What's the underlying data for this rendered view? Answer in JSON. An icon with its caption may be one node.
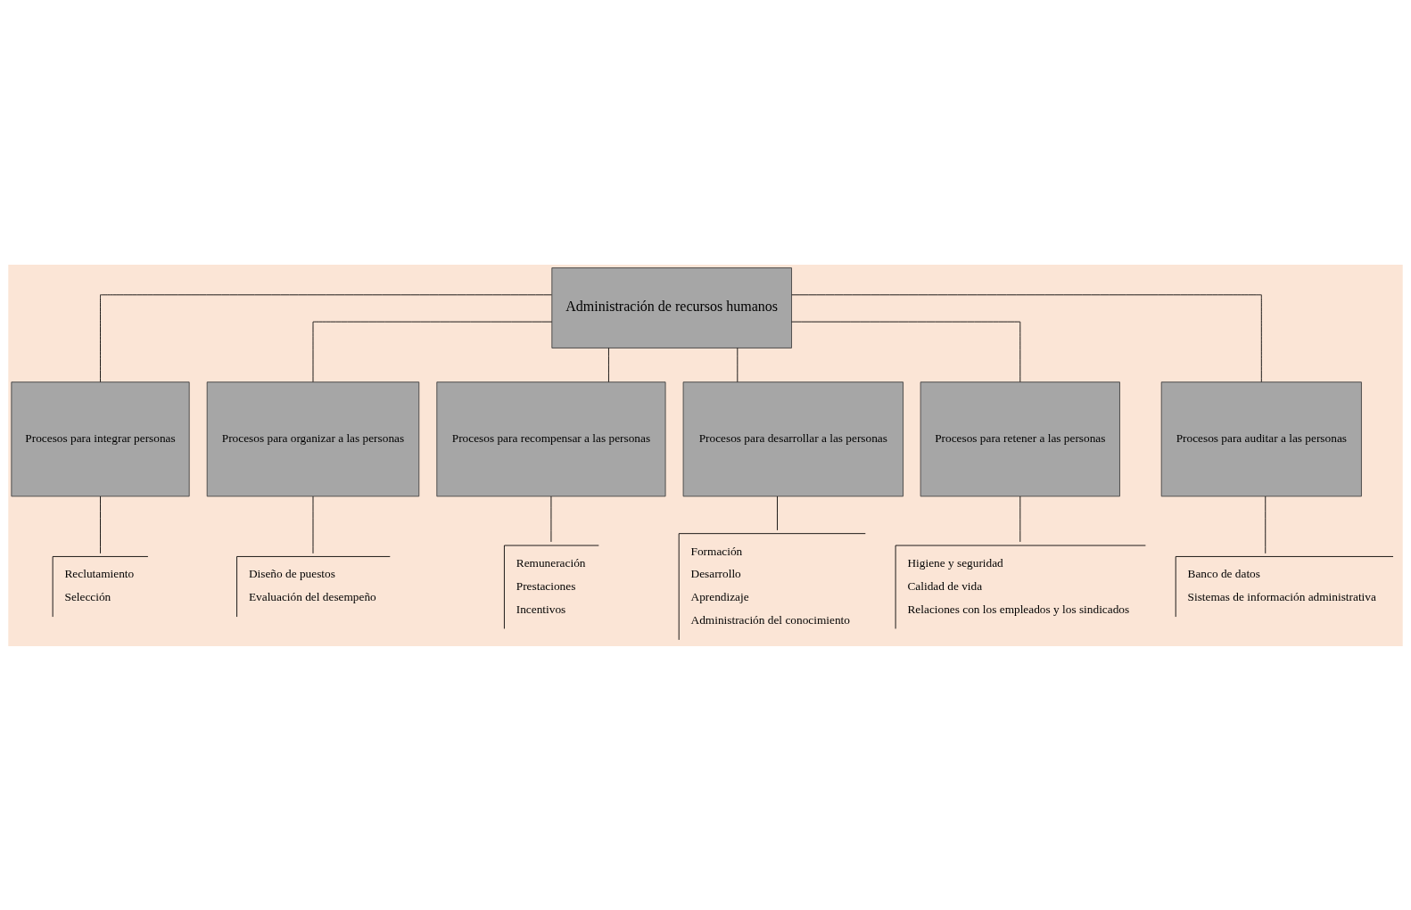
{
  "diagram": {
    "nodes": [
      {
        "text": [
          "Administración de recursos humanos"
        ]
      },
      {
        "text": [
          "Procesos para integrar personas"
        ]
      },
      {
        "text": [
          "Procesos para organizar a las personas"
        ]
      },
      {
        "text": [
          "Procesos para recompensar a las personas"
        ]
      },
      {
        "text": [
          "Procesos para desarrollar a las personas"
        ]
      },
      {
        "text": [
          "Procesos para retener a las personas"
        ]
      },
      {
        "text": [
          "Procesos para auditar a las personas"
        ]
      },
      {
        "text": [
          "Reclutamiento",
          "Selección"
        ]
      },
      {
        "text": [
          "Diseño de puestos",
          "Evaluación del desempeño"
        ]
      },
      {
        "text": [
          "Remuneración",
          "Prestaciones",
          "Incentivos"
        ]
      },
      {
        "text": [
          "Formación",
          "Desarrollo",
          "Aprendizaje",
          "Administración del conocimiento"
        ]
      },
      {
        "text": [
          "Higiene y seguridad",
          "Calidad de vida",
          "Relaciones con los empleados y los sindicados"
        ]
      },
      {
        "text": [
          "Banco de datos",
          "Sistemas de información administrativa"
        ]
      }
    ],
    "edges": [
      {
        "from": 0,
        "to": 1,
        "arrow": "none"
      },
      {
        "from": 0,
        "to": 2,
        "arrow": "none"
      },
      {
        "from": 0,
        "to": 3,
        "arrow": "none"
      },
      {
        "from": 0,
        "to": 4,
        "arrow": "none"
      },
      {
        "from": 0,
        "to": 5,
        "arrow": "none"
      },
      {
        "from": 0,
        "to": 6,
        "arrow": "none"
      },
      {
        "from": 1,
        "to": 7,
        "arrow": "none"
      },
      {
        "from": 2,
        "to": 8,
        "arrow": "none"
      },
      {
        "from": 3,
        "to": 9,
        "arrow": "none"
      },
      {
        "from": 4,
        "to": 10,
        "arrow": "none"
      },
      {
        "from": 5,
        "to": 11,
        "arrow": "none"
      },
      {
        "from": 6,
        "to": 12,
        "arrow": "none"
      }
    ]
  }
}
